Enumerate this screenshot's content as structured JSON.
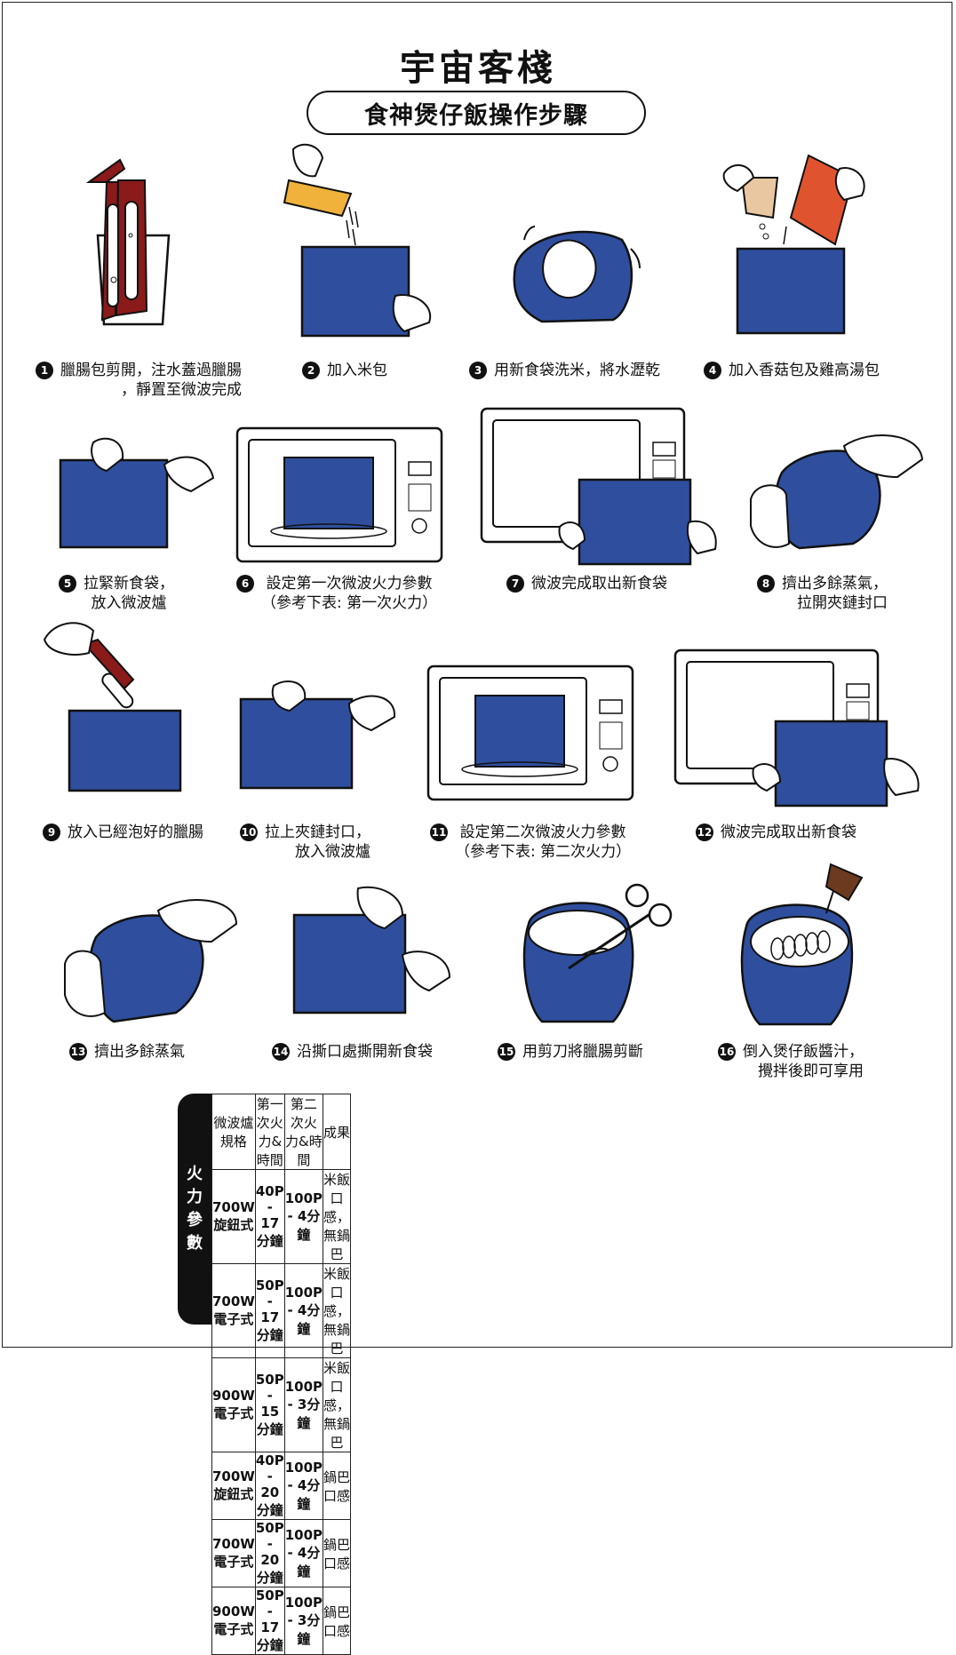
{
  "brand": "宇宙客棧",
  "title": "食神煲仔飯操作步驟",
  "colors": {
    "bag_blue": "#2f4f9e",
    "sausage_red": "#8b1a1a",
    "sauce_orange": "#e0532f",
    "rice_yellow": "#f0b23a",
    "tea_tan": "#e9c7a0"
  },
  "steps": [
    {
      "num": "1",
      "lines": [
        "臘腸包剪開，注水蓋過臘腸",
        "，靜置至微波完成"
      ]
    },
    {
      "num": "2",
      "lines": [
        "加入米包"
      ]
    },
    {
      "num": "3",
      "lines": [
        "用新食袋洗米，將水瀝乾"
      ]
    },
    {
      "num": "4",
      "lines": [
        "加入香菇包及雞高湯包"
      ]
    },
    {
      "num": "5",
      "lines": [
        "拉緊新食袋，",
        "放入微波爐"
      ]
    },
    {
      "num": "6",
      "lines": [
        "設定第一次微波火力參數",
        "（參考下表: 第一次火力）"
      ]
    },
    {
      "num": "7",
      "lines": [
        "微波完成取出新食袋"
      ]
    },
    {
      "num": "8",
      "lines": [
        "擠出多餘蒸氣，",
        "拉開夾鏈封口"
      ]
    },
    {
      "num": "9",
      "lines": [
        "放入已經泡好的臘腸"
      ]
    },
    {
      "num": "10",
      "lines": [
        "拉上夾鏈封口，",
        "放入微波爐"
      ]
    },
    {
      "num": "11",
      "lines": [
        "設定第二次微波火力參數",
        "（參考下表: 第二次火力）"
      ]
    },
    {
      "num": "12",
      "lines": [
        "微波完成取出新食袋"
      ]
    },
    {
      "num": "13",
      "lines": [
        "擠出多餘蒸氣"
      ]
    },
    {
      "num": "14",
      "lines": [
        "沿撕口處撕開新食袋"
      ]
    },
    {
      "num": "15",
      "lines": [
        "用剪刀將臘腸剪斷"
      ]
    },
    {
      "num": "16",
      "lines": [
        "倒入煲仔飯醬汁，",
        "攪拌後即可享用"
      ]
    }
  ],
  "table": {
    "side_label": [
      "火",
      "力",
      "參",
      "數"
    ],
    "headers": [
      "微波爐規格",
      "第一次火力&時間",
      "第二次火力&時間",
      "成果"
    ],
    "rows": [
      [
        "700W 旋鈕式",
        "40P - 17分鐘",
        "100P - 4分鐘",
        "米飯口感，無鍋巴"
      ],
      [
        "700W 電子式",
        "50P - 17分鐘",
        "100P - 4分鐘",
        "米飯口感，無鍋巴"
      ],
      [
        "900W 電子式",
        "50P - 15分鐘",
        "100P - 3分鐘",
        "米飯口感，無鍋巴"
      ],
      [
        "700W 旋鈕式",
        "40P - 20分鐘",
        "100P - 4分鐘",
        "鍋巴口感"
      ],
      [
        "700W 電子式",
        "50P - 20分鐘",
        "100P - 4分鐘",
        "鍋巴口感"
      ],
      [
        "900W 電子式",
        "50P - 17分鐘",
        "100P - 3分鐘",
        "鍋巴口感"
      ]
    ]
  }
}
